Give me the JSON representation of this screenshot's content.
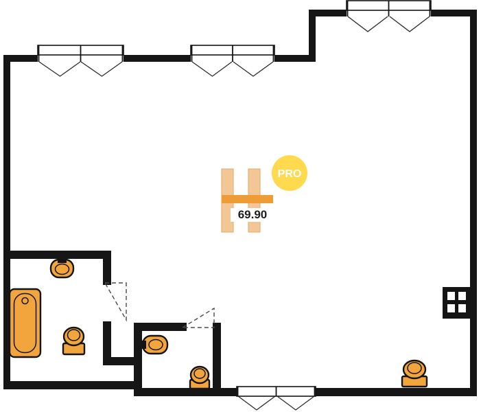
{
  "watermark": {
    "badge_label": "PRO",
    "area_value": "69.90"
  },
  "colors": {
    "wall": "#161616",
    "fixture_fill": "#F2A53D",
    "fixture_outline": "#141414",
    "badge_yellow": "#FFD94E",
    "badge_text": "#FFFFFF",
    "logo_tan": "#F3C795",
    "logo_tan_border": "#E2A964",
    "logo_orange": "#ED9C36",
    "area_text": "#1D1D1D",
    "background": "#FFFFFF"
  },
  "elements": {
    "windows": [
      {
        "name": "window-top-left",
        "panels": 2
      },
      {
        "name": "window-top-center",
        "panels": 2
      },
      {
        "name": "window-top-right",
        "panels": 2
      },
      {
        "name": "window-bottom",
        "panels": 2
      }
    ],
    "doors": [
      {
        "name": "bathroom-door"
      },
      {
        "name": "wc-door"
      }
    ],
    "fixtures": [
      {
        "name": "bathtub",
        "room": "bathroom"
      },
      {
        "name": "sink",
        "room": "bathroom"
      },
      {
        "name": "toilet",
        "room": "bathroom"
      },
      {
        "name": "sink",
        "room": "wc"
      },
      {
        "name": "toilet",
        "room": "wc"
      },
      {
        "name": "toilet",
        "room": "main-room"
      },
      {
        "name": "stove",
        "room": "main-room"
      }
    ]
  }
}
